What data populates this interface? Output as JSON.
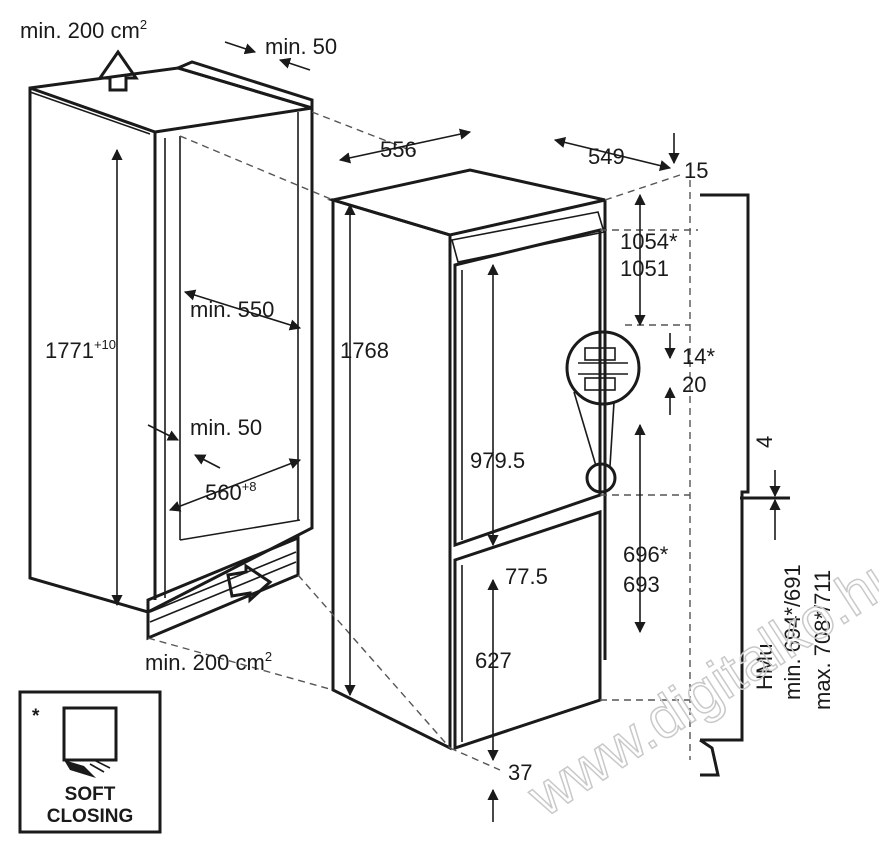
{
  "labels": {
    "vent_top": "min. 200 cm",
    "vent_top_sup": "2",
    "gap_top": "min. 50",
    "width": "556",
    "depth": "549",
    "top_gap": "15",
    "niche_height": "1771",
    "niche_height_sup": "+10",
    "niche_depth": "min. 550",
    "rear_gap": "min. 50",
    "niche_width": "560",
    "niche_width_sup": "+8",
    "vent_bottom": "min. 200 cm",
    "vent_bottom_sup": "2",
    "appliance_height": "1768",
    "upper_door_a": "1054*",
    "upper_door_b": "1051",
    "hinge_a": "14*",
    "hinge_b": "20",
    "upper_door_height": "979.5",
    "lower_offset_a": "696*",
    "lower_offset_b": "693",
    "door_gap": "77.5",
    "lower_door_height": "627",
    "bottom_gap": "37",
    "gap_4": "4",
    "hmu": "HMu",
    "hmu_min": "min. 694*/691",
    "hmu_max": "max. 708*/711"
  },
  "badge": {
    "star": "*",
    "line1": "SOFT",
    "line2": "CLOSING"
  },
  "watermark": "www.digitalko.hu",
  "colors": {
    "ink": "#1a1a1a",
    "dash": "#555555",
    "watermark": "#c9c9c9"
  }
}
